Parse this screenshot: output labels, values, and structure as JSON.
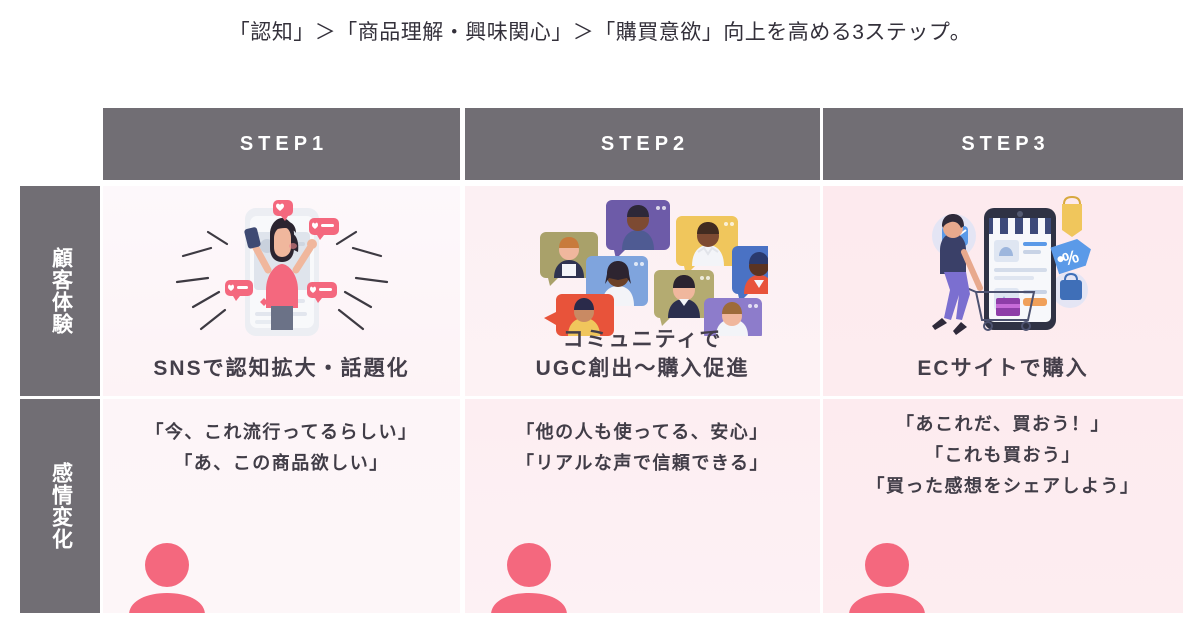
{
  "title": "「認知」＞「商品理解・興味関心」＞「購買意欲」向上を高める3ステップ。",
  "theme": {
    "header_gray": "#716e74",
    "accent_pink": "#f4687e",
    "text_dark": "#3b3740",
    "cell_pink_1": "#fdf8fb",
    "cell_pink_2": "#fcf0f3",
    "cell_pink_3": "#fdeaee"
  },
  "row_labels": [
    {
      "id": "experience",
      "label": "顧客体験"
    },
    {
      "id": "emotion",
      "label": "感情変化"
    }
  ],
  "columns": [
    {
      "header": "STEP1",
      "experience": {
        "caption": "SNSで認知拡大・話題化",
        "illustration": "woman-selfie-smartphone-social-likes-illustration"
      },
      "emotion": {
        "quotes": [
          "「今、これ流行ってるらしい」",
          "「あ、この商品欲しい」"
        ],
        "icon": "person-silhouette-icon"
      }
    },
    {
      "header": "STEP2",
      "experience": {
        "caption_line1": "コミュニティで",
        "caption_line2": "UGC創出〜購入促進",
        "illustration": "community-chat-bubbles-people-illustration"
      },
      "emotion": {
        "quotes": [
          "「他の人も使ってる、安心」",
          "「リアルな声で信頼できる」"
        ],
        "icon": "person-silhouette-icon"
      }
    },
    {
      "header": "STEP3",
      "experience": {
        "caption": "ECサイトで購入",
        "illustration": "woman-shopping-cart-mobile-store-illustration"
      },
      "emotion": {
        "quotes": [
          "「あこれだ、買おう！」",
          "「これも買おう」",
          "「買った感想をシェアしよう」"
        ],
        "icon": "person-silhouette-icon"
      }
    }
  ]
}
